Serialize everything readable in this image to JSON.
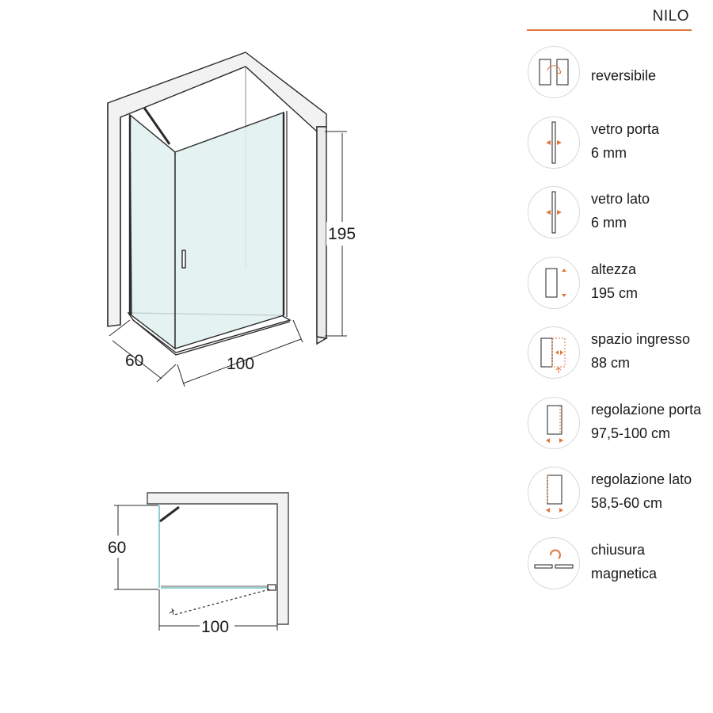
{
  "brand": {
    "name": "NILO",
    "accent": "#e0763a"
  },
  "perspective": {
    "height_label": "195",
    "depth_label": "60",
    "width_label": "100"
  },
  "plan": {
    "depth_label": "60",
    "width_label": "100"
  },
  "features": [
    {
      "icon": "reversible-icon",
      "line1": "reversibile",
      "line2": ""
    },
    {
      "icon": "door-glass-thickness-icon",
      "line1": "vetro porta",
      "line2": "6 mm"
    },
    {
      "icon": "side-glass-thickness-icon",
      "line1": "vetro lato",
      "line2": "6 mm"
    },
    {
      "icon": "height-icon",
      "line1": "altezza",
      "line2": "195 cm"
    },
    {
      "icon": "entry-space-icon",
      "line1": "spazio ingresso",
      "line2": "88 cm"
    },
    {
      "icon": "door-adjustment-icon",
      "line1": "regolazione porta",
      "line2": "97,5-100 cm"
    },
    {
      "icon": "side-adjustment-icon",
      "line1": "regolazione lato",
      "line2": "58,5-60 cm"
    },
    {
      "icon": "magnetic-closure-icon",
      "line1": "chiusura",
      "line2": "magnetica"
    }
  ]
}
